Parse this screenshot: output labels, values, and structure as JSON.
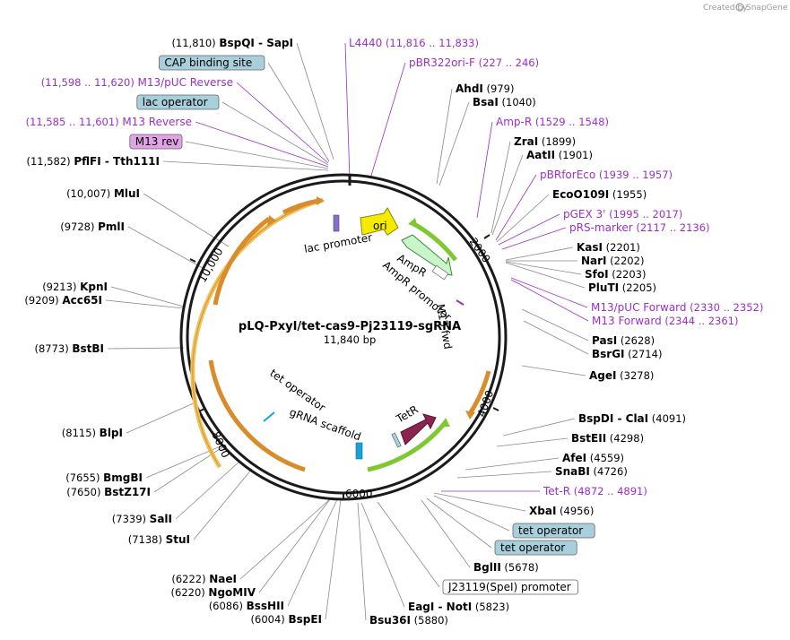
{
  "credit": {
    "text": "Created by",
    "brand": "SnapGene"
  },
  "plasmid": {
    "name": "pLQ-PxyI/tet-cas9-Pj23119-sgRNA",
    "size_label": "11,840 bp",
    "ticks": [
      "2000",
      "4000",
      "6000",
      "8000",
      "10,000"
    ]
  },
  "labels": [
    {
      "kind": "enzyme",
      "text": "BspQI",
      "extra": " - SapI",
      "pos": "(11,810)"
    },
    {
      "kind": "feature-box",
      "text": "CAP binding site",
      "color": "#a8d0dc"
    },
    {
      "kind": "primer",
      "text": "M13/pUC Reverse",
      "pos": "(11,598 .. 11,620)"
    },
    {
      "kind": "feature-box",
      "text": "lac operator",
      "color": "#a8d0dc"
    },
    {
      "kind": "primer",
      "text": "M13 Reverse",
      "pos": "(11,585 .. 11,601)"
    },
    {
      "kind": "feature-box",
      "text": "M13 rev",
      "color": "#e0a3e6"
    },
    {
      "kind": "enzyme",
      "text": "PflFI",
      "extra": " - Tth111I",
      "pos": "(11,582)"
    },
    {
      "kind": "enzyme",
      "text": "MluI",
      "pos": "(10,007)"
    },
    {
      "kind": "enzyme",
      "text": "PmlI",
      "pos": "(9728)"
    },
    {
      "kind": "enzyme",
      "text": "KpnI",
      "pos": "(9213)"
    },
    {
      "kind": "enzyme",
      "text": "Acc65I",
      "pos": "(9209)"
    },
    {
      "kind": "enzyme",
      "text": "BstBI",
      "pos": "(8773)"
    },
    {
      "kind": "enzyme",
      "text": "BlpI",
      "pos": "(8115)"
    },
    {
      "kind": "enzyme",
      "text": "BmgBI",
      "pos": "(7655)"
    },
    {
      "kind": "enzyme",
      "text": "BstZ17I",
      "pos": "(7650)"
    },
    {
      "kind": "enzyme",
      "text": "SalI",
      "pos": "(7339)"
    },
    {
      "kind": "enzyme",
      "text": "StuI",
      "pos": "(7138)"
    },
    {
      "kind": "enzyme",
      "text": "NaeI",
      "pos": "(6222)"
    },
    {
      "kind": "enzyme",
      "text": "NgoMIV",
      "pos": "(6220)"
    },
    {
      "kind": "enzyme",
      "text": "BssHII",
      "pos": "(6086)"
    },
    {
      "kind": "enzyme",
      "text": "BspEI",
      "pos": "(6004)"
    },
    {
      "kind": "primer",
      "text": "L4440",
      "pos": "(11,816 .. 11,833)"
    },
    {
      "kind": "primer",
      "text": "pBR322ori-F",
      "pos": "(227 .. 246)"
    },
    {
      "kind": "enzyme",
      "text": "AhdI",
      "pos": "(979)"
    },
    {
      "kind": "enzyme",
      "text": "BsaI",
      "pos": "(1040)"
    },
    {
      "kind": "primer",
      "text": "Amp-R",
      "pos": "(1529 .. 1548)"
    },
    {
      "kind": "enzyme",
      "text": "ZraI",
      "pos": "(1899)"
    },
    {
      "kind": "enzyme",
      "text": "AatII",
      "pos": "(1901)"
    },
    {
      "kind": "primer",
      "text": "pBRforEco",
      "pos": "(1939 .. 1957)"
    },
    {
      "kind": "enzyme",
      "text": "EcoO109I",
      "pos": "(1955)"
    },
    {
      "kind": "primer",
      "text": "pGEX 3'",
      "pos": "(1995 .. 2017)"
    },
    {
      "kind": "primer",
      "text": "pRS-marker",
      "pos": "(2117 .. 2136)"
    },
    {
      "kind": "enzyme",
      "text": "KasI",
      "pos": "(2201)"
    },
    {
      "kind": "enzyme",
      "text": "NarI",
      "pos": "(2202)"
    },
    {
      "kind": "enzyme",
      "text": "SfoI",
      "pos": "(2203)"
    },
    {
      "kind": "enzyme",
      "text": "PluTI",
      "pos": "(2205)"
    },
    {
      "kind": "primer",
      "text": "M13/pUC Forward",
      "pos": "(2330 .. 2352)"
    },
    {
      "kind": "primer",
      "text": "M13 Forward",
      "pos": "(2344 .. 2361)"
    },
    {
      "kind": "enzyme",
      "text": "PasI",
      "pos": "(2628)"
    },
    {
      "kind": "enzyme",
      "text": "BsrGI",
      "pos": "(2714)"
    },
    {
      "kind": "enzyme",
      "text": "AgeI",
      "pos": "(3278)"
    },
    {
      "kind": "enzyme",
      "text": "BspDI",
      "extra": " - ClaI",
      "pos": "(4091)"
    },
    {
      "kind": "enzyme",
      "text": "BstEII",
      "pos": "(4298)"
    },
    {
      "kind": "enzyme",
      "text": "AfeI",
      "pos": "(4559)"
    },
    {
      "kind": "enzyme",
      "text": "SnaBI",
      "pos": "(4726)"
    },
    {
      "kind": "primer",
      "text": "Tet-R",
      "pos": "(4872 .. 4891)"
    },
    {
      "kind": "enzyme",
      "text": "XbaI",
      "pos": "(4956)"
    },
    {
      "kind": "feature-box",
      "text": "tet operator",
      "color": "#a8d0dc"
    },
    {
      "kind": "feature-box",
      "text": "tet operator",
      "color": "#a8d0dc"
    },
    {
      "kind": "enzyme",
      "text": "BglII",
      "pos": "(5678)"
    },
    {
      "kind": "feature-box",
      "text": "J23119(SpeI) promoter",
      "color": "#ffffff"
    },
    {
      "kind": "enzyme",
      "text": "EagI",
      "extra": " - NotI",
      "pos": "(5823)"
    },
    {
      "kind": "enzyme",
      "text": "Bsu36I",
      "pos": "(5880)"
    }
  ],
  "features": [
    {
      "text": "lac promoter"
    },
    {
      "text": "ori"
    },
    {
      "text": "AmpR"
    },
    {
      "text": "AmpR promoter"
    },
    {
      "text": "M13 fwd"
    },
    {
      "text": "TetR"
    },
    {
      "text": "tet operator"
    },
    {
      "text": "gRNA scaffold"
    }
  ],
  "colors": {
    "enzyme": "#000000",
    "primer": "#9a2fc8",
    "ring": "#1a1a1a",
    "cas9_arc": "#f3c25c",
    "green_arc": "#7ec832",
    "orange_arc": "#d98d2a",
    "ori": "#f5ea00",
    "ampr": "#c9f5c9",
    "tetr": "#8c2450",
    "lac": "#8a6fc6",
    "blue_small": "#1aa2d8"
  }
}
